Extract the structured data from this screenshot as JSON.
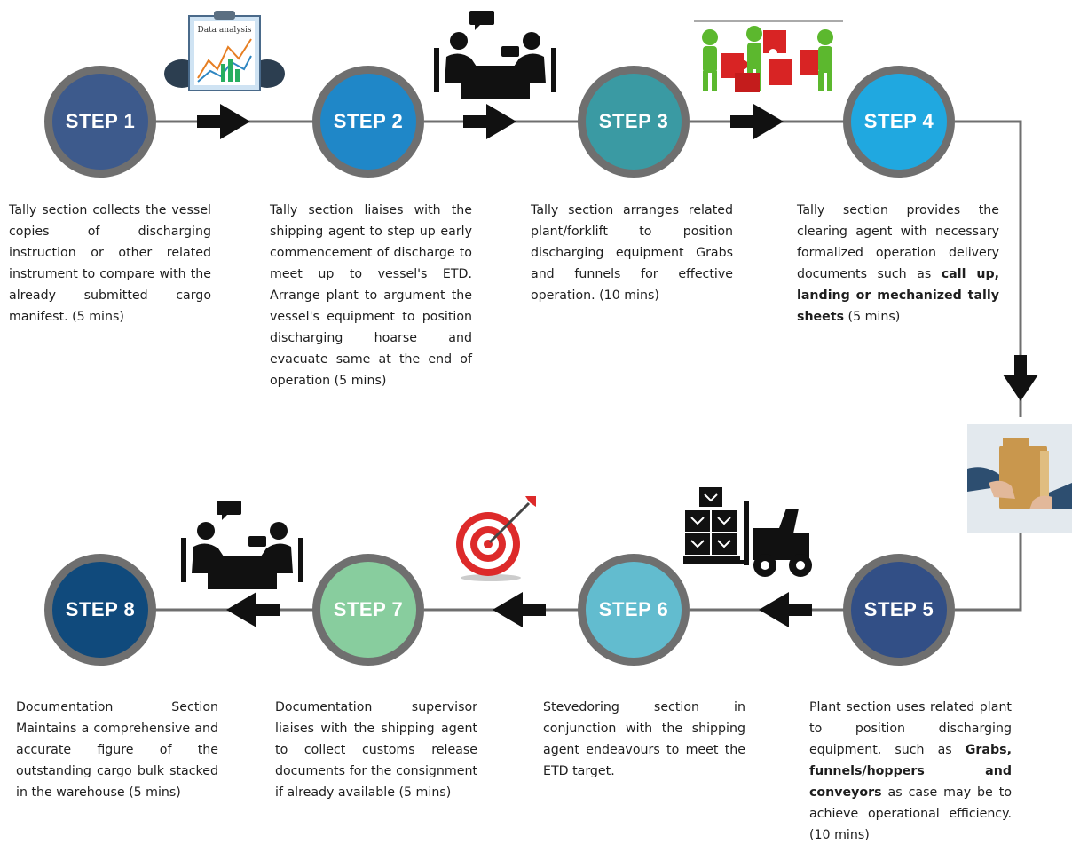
{
  "colors": {
    "line": "#6f6f6f",
    "arrow": "#111111",
    "step1": "#3d5a8c",
    "step2": "#1f87c8",
    "step3": "#3a9aa3",
    "step4": "#20a8e0",
    "step5": "#324f86",
    "step6": "#62bccf",
    "step7": "#88cd9e",
    "step8": "#104a7c"
  },
  "steps": [
    {
      "label": "STEP 1",
      "text": "Tally section collects the vessel copies of discharging instruction or other related instrument to compare with the already submitted cargo manifest. (5 mins)"
    },
    {
      "label": "STEP 2",
      "text": "Tally section liaises with the shipping agent to step up early commencement of discharge to meet up to vessel's ETD. Arrange plant to argument the vessel's equipment to position discharging hoarse and evacuate same at the end of operation (5 mins)"
    },
    {
      "label": "STEP 3",
      "text": "Tally section arranges related plant/forklift to position discharging equipment Grabs and funnels for effective operation. (10 mins)"
    },
    {
      "label": "STEP 4",
      "text_before": "Tally section provides the clearing agent with necessary formalized operation delivery documents such as ",
      "text_bold": "call up, landing or mechanized tally sheets",
      "text_after": " (5 mins)"
    },
    {
      "label": "STEP 5",
      "text_a": "Plant section uses related plant to position discharging equipment, such as ",
      "text_b": "Grabs, funnels/hoppers and conveyors",
      "text_c": " as case may be to achieve operational efficiency. (10 mins)"
    },
    {
      "label": "STEP 6",
      "text": "Stevedoring section in conjunction with the shipping agent endeavours to meet the ETD target."
    },
    {
      "label": "STEP 7",
      "text": "Documentation supervisor liaises with the shipping agent to collect customs release documents for the consignment if already available (5 mins)"
    },
    {
      "label": "STEP 8",
      "text": "Documentation Section Maintains a comprehensive and accurate figure of the outstanding cargo bulk stacked in the warehouse (5 mins)"
    }
  ],
  "icons": {
    "data_analysis_title": "Data analysis",
    "step1": "data-analysis-icon",
    "step2": "meeting-icon",
    "step3": "puzzle-teamwork-icon",
    "step4_to_5": "document-handover-icon",
    "step5": "forklift-icon",
    "step6": "target-icon",
    "step7": "meeting-icon"
  }
}
